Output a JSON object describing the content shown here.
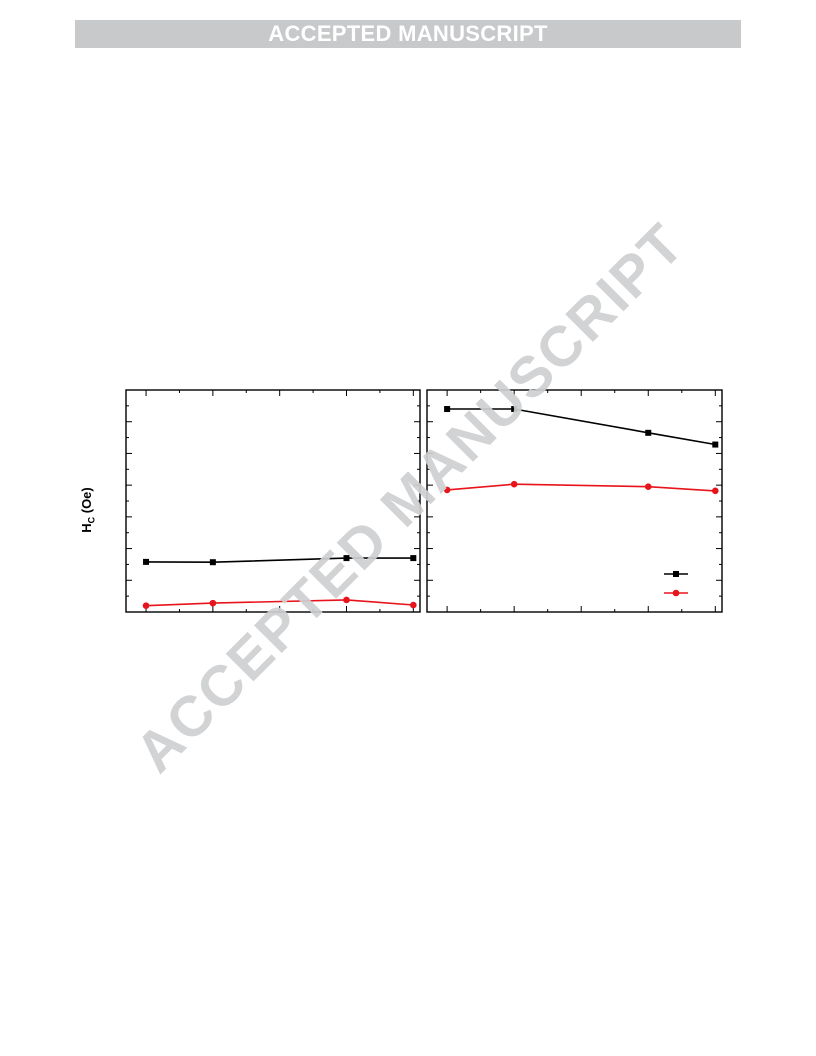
{
  "banner": {
    "text": "ACCEPTED MANUSCRIPT"
  },
  "watermark": {
    "text": "ACCEPTED MANUSCRIPT"
  },
  "ylabel": {
    "main": "H",
    "sub": "C",
    "unit": " (Oe)"
  },
  "colors": {
    "series_black": "#000000",
    "series_red": "#e8141b",
    "banner_bg": "#c8c9cb",
    "watermark": "#cfd0d2"
  },
  "chart_data": [
    {
      "type": "line",
      "panel": "left",
      "x": [
        1,
        2,
        4,
        5
      ],
      "xlim": [
        0.7,
        5.1
      ],
      "ylim": [
        0,
        7
      ],
      "series": [
        {
          "marker": "square",
          "color": "#000000",
          "values": [
            1.58,
            1.57,
            1.7,
            1.7
          ]
        },
        {
          "marker": "circle",
          "color": "#e8141b",
          "values": [
            0.2,
            0.28,
            0.38,
            0.22
          ]
        }
      ],
      "legend": "none",
      "grid": false
    },
    {
      "type": "line",
      "panel": "right",
      "x": [
        1,
        2,
        4,
        5
      ],
      "xlim": [
        0.7,
        5.1
      ],
      "ylim": [
        0,
        7
      ],
      "series": [
        {
          "marker": "square",
          "color": "#000000",
          "values": [
            6.4,
            6.4,
            5.65,
            5.28
          ]
        },
        {
          "marker": "circle",
          "color": "#e8141b",
          "values": [
            3.85,
            4.03,
            3.95,
            3.82
          ]
        }
      ],
      "legend": "bottom-right",
      "grid": false
    }
  ]
}
